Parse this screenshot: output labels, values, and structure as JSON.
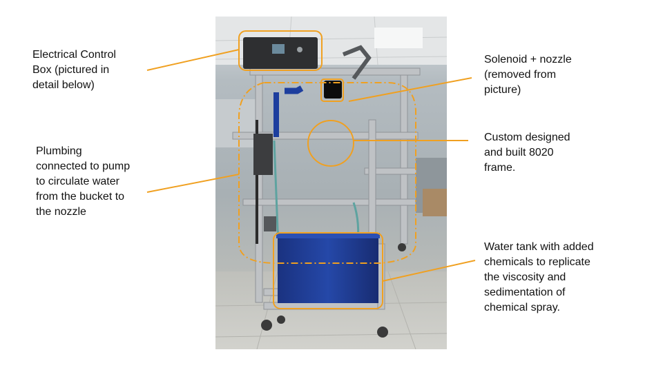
{
  "annotations": {
    "electrical": "Electrical Control\nBox (pictured in\ndetail below)",
    "solenoid": "Solenoid + nozzle\n(removed from\npicture)",
    "frame": "Custom designed\nand built 8020\nframe.",
    "plumbing": "Plumbing\nconnected to pump\nto circulate water\nfrom the bucket to\nthe nozzle",
    "tank": "Water tank with added\nchemicals to replicate\nthe viscosity and\nsedimentation of\nchemical spray."
  },
  "colors": {
    "highlight": "#f0a020",
    "tank": "#1f3c8f",
    "frame": "#b9bcc0",
    "wall": "#aeb6ba",
    "floor": "#c5c5c0"
  }
}
